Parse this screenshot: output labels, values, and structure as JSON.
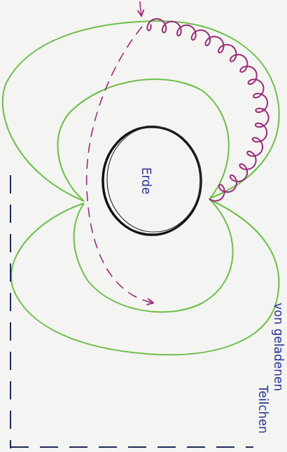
{
  "diagram": {
    "nodes": [
      {
        "text": [
          "Erde"
        ]
      }
    ],
    "labels": [
      "von geladenen",
      "Teilchen"
    ]
  }
}
